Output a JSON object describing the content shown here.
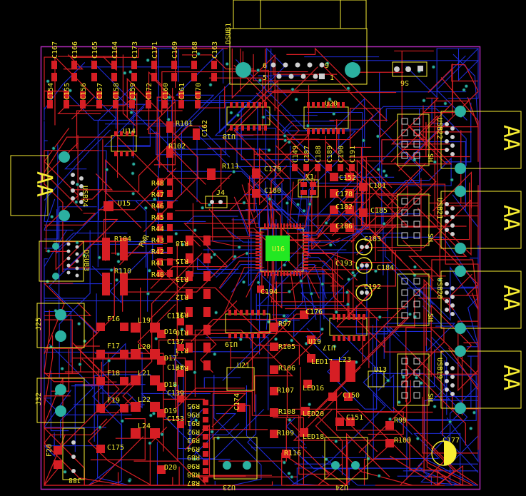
{
  "colors": {
    "background": "#000000",
    "board_outline": "#b02ab8",
    "top_copper": "#d61e24",
    "bottom_copper": "#1f2bd6",
    "silkscreen": "#f7ee33",
    "pad": "#cfcfcf",
    "via": "#2bb0a0",
    "highlight": "#22e822"
  },
  "labels": {
    "caps_top_row": [
      "C167",
      "C166",
      "C165",
      "C164",
      "C173",
      "C171",
      "C169",
      "C168",
      "C163"
    ],
    "caps_second_row": [
      "C154",
      "C155",
      "C156",
      "C157",
      "C158",
      "C159",
      "C172",
      "C160",
      "C161",
      "C170"
    ],
    "dsub": "DSUB1",
    "dsub_pins": [
      "6",
      "9",
      "5",
      "1"
    ],
    "u20": "U20",
    "u18": "U18",
    "u14": "U14",
    "r101": "R101",
    "r102": "R102",
    "c162": "C162",
    "r111": "R111",
    "c179": "C179",
    "caps_row3": [
      "C149",
      "C187",
      "C188",
      "C189",
      "C190",
      "C191"
    ],
    "c152": "C152",
    "c181": "C181",
    "c178": "C178",
    "c180": "C180",
    "x1": "X1",
    "j4": "J4",
    "c182": "C182",
    "c185": "C185",
    "c186": "C186",
    "c183": "C183",
    "c184": "C184",
    "c193": "C193",
    "c192": "C192",
    "u16": "U16",
    "c194": "C194",
    "c176": "C176",
    "u19": "U19",
    "r97": "R97",
    "r105": "R105",
    "u17": "U17",
    "led17": "LED17",
    "l23": "L23",
    "u13": "U13",
    "r106": "R106",
    "led16": "LED16",
    "r107": "R107",
    "c150": "C150",
    "r108": "R108",
    "led20": "LED20",
    "c151": "C151",
    "r99": "R99",
    "r109": "R109",
    "led18": "LED18",
    "r100": "R100",
    "r116": "R116",
    "c177": "C177",
    "c174": "C174",
    "u21": "U21",
    "u23": "U23",
    "u24": "U24",
    "usb24": "USB24",
    "u15": "U15",
    "r104": "R104",
    "r110": "R110",
    "pwr": "PWR",
    "r_stack": [
      "R48",
      "R47",
      "R46",
      "R45",
      "R44",
      "R43",
      "R42",
      "R41",
      "R40"
    ],
    "r_stack2": [
      "R18",
      "R15",
      "R13",
      "R12",
      "R11",
      "R10",
      "R13",
      "R14"
    ],
    "r_labels_mid": "R17",
    "dsub3": "DSUB3",
    "j25": "J25",
    "j32": "J32",
    "f_labels": [
      "F16",
      "F17",
      "F18",
      "F19"
    ],
    "l_labels": [
      "L19",
      "L20",
      "L21",
      "L22",
      "L24"
    ],
    "d_labels": [
      "D16",
      "D17",
      "D18",
      "D19",
      "D20"
    ],
    "c_left": [
      "C136",
      "C137",
      "C138",
      "C139",
      "C153"
    ],
    "c175": "C175",
    "f20": "F20",
    "j88": "J88",
    "r_col_bottom": [
      "R95",
      "R96",
      "R91",
      "R92",
      "R93",
      "R94",
      "R89",
      "R90",
      "R88",
      "R87"
    ],
    "s6": "S6",
    "usb22": "USB22",
    "usb21": "USB21",
    "usb20": "USB20",
    "usb19": "USB19",
    "usb_glyph": "AA",
    "sh": "SH"
  }
}
